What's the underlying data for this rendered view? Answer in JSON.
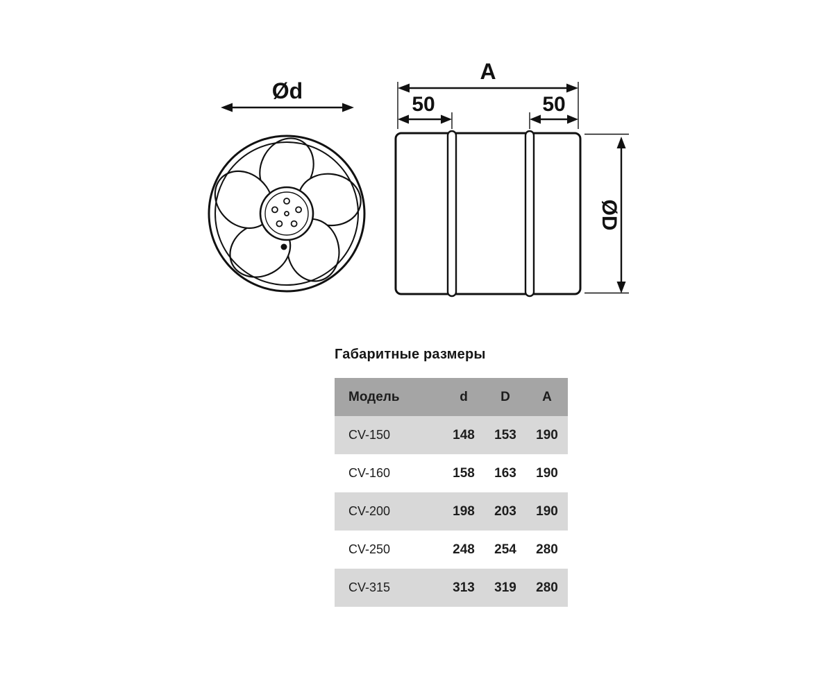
{
  "diagram": {
    "front_diameter_label": "Ød",
    "length_label": "A",
    "flange_left_label": "50",
    "flange_right_label": "50",
    "duct_diameter_label": "ØD"
  },
  "table": {
    "title": "Габаритные размеры",
    "headers": [
      "Модель",
      "d",
      "D",
      "A"
    ],
    "rows": [
      {
        "model": "CV-150",
        "d": "148",
        "D": "153",
        "A": "190"
      },
      {
        "model": "CV-160",
        "d": "158",
        "D": "163",
        "A": "190"
      },
      {
        "model": "CV-200",
        "d": "198",
        "D": "203",
        "A": "190"
      },
      {
        "model": "CV-250",
        "d": "248",
        "D": "254",
        "A": "280"
      },
      {
        "model": "CV-315",
        "d": "313",
        "D": "319",
        "A": "280"
      }
    ],
    "colors": {
      "header_bg": "#a5a5a5",
      "alt_row_bg": "#d8d8d8",
      "row_bg": "#ffffff"
    }
  }
}
